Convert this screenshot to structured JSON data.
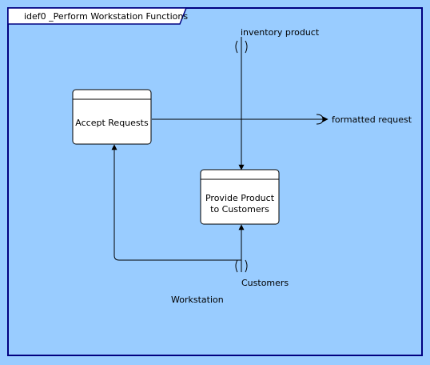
{
  "diagram": {
    "title": "idef0 _Perform Workstation Functions",
    "boundary_label": "Workstation",
    "activities": [
      {
        "id": "accept",
        "lines": [
          "Accept Requests"
        ]
      },
      {
        "id": "provide",
        "lines": [
          "Provide Product",
          "to Customers"
        ]
      }
    ],
    "arrows": {
      "inventory_product": "inventory product",
      "formatted_request": "formatted request",
      "customers": "Customers"
    }
  },
  "colors": {
    "background": "#99ccff",
    "frame": "#000080",
    "box_fill": "#ffffff",
    "line": "#000000"
  }
}
